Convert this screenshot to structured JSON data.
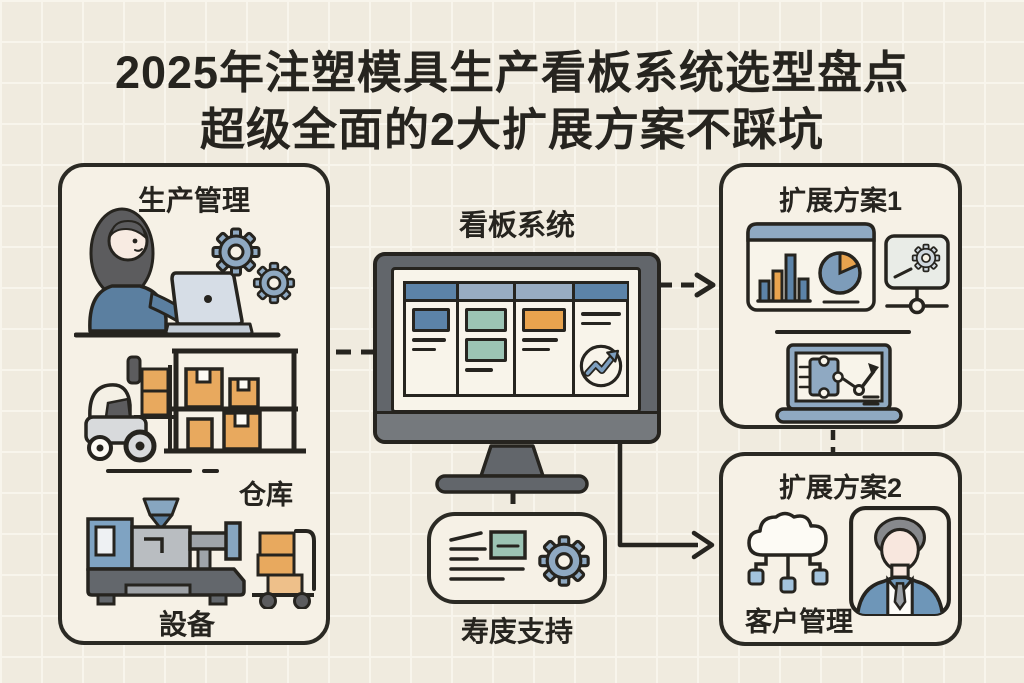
{
  "title": {
    "line1": "2025年注塑模具生产看板系统选型盘点",
    "line2": "超级全面的2大扩展方案不踩坑"
  },
  "production_panel": {
    "title": "生产管理",
    "warehouse_label": "仓库",
    "equipment_label": "設备"
  },
  "kanban": {
    "title": "看板系统",
    "support_label": "寿庋支持"
  },
  "expansion1": {
    "title": "扩展方案1"
  },
  "expansion2": {
    "title": "扩展方案2",
    "crm_label": "客户管理"
  },
  "icons": {
    "worker": "woman-working-on-laptop-icon",
    "gears": "gears-icon",
    "forklift": "forklift-icon",
    "shelf": "warehouse-shelf-boxes-icon",
    "machine": "injection-molding-machine-icon",
    "hand_truck": "hand-truck-boxes-icon",
    "monitor": "kanban-board-monitor",
    "trend": "trend-arrow-circle-icon",
    "doc_gear": "document-gear-icon",
    "dashboard": "dashboard-charts-icon",
    "gear_panel": "settings-network-icon",
    "laptop_chart": "laptop-flowchart-icon",
    "cloud": "cloud-network-icon",
    "portrait": "businessman-portrait-icon"
  },
  "palette": {
    "background": "#f0ebdf",
    "outline": "#26241f",
    "panel_fill": "#f6f1e6",
    "steel_blue": "#5c83a8",
    "light_blue": "#98acc2",
    "teal": "#9cc4b4",
    "orange": "#e8a34e",
    "gear_blue": "#8fa9c2",
    "monitor_gray": "#62666b",
    "cloud_white": "#fdfbf5",
    "suit_blue": "#6e96b8"
  }
}
